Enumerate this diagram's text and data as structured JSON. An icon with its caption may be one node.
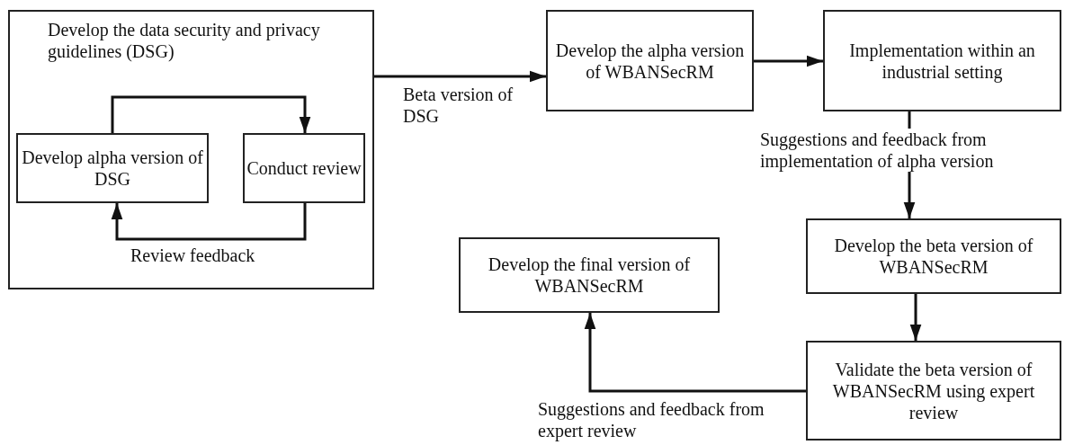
{
  "diagram": {
    "nodes": [
      {
        "text": [
          "Develop the data security and privacy guidelines (DSG)"
        ]
      },
      {
        "text": [
          "Develop alpha version of DSG"
        ],
        "in": 0
      },
      {
        "text": [
          "Conduct review"
        ],
        "in": 0
      },
      {
        "text": [
          "Develop the alpha version of WBANSecRM"
        ]
      },
      {
        "text": [
          "Implementation within an industrial setting"
        ]
      },
      {
        "text": [
          "Develop the beta version of WBANSecRM"
        ]
      },
      {
        "text": [
          "Develop the final version of WBANSecRM"
        ]
      },
      {
        "text": [
          "Validate the beta version of WBANSecRM using expert review"
        ]
      }
    ],
    "edges": [
      {
        "from": 0,
        "to": 3,
        "arrow": "to",
        "label": "Beta version of DSG"
      },
      {
        "from": 1,
        "to": 2,
        "arrow": "to"
      },
      {
        "from": 2,
        "to": 1,
        "arrow": "to",
        "label": "Review feedback"
      },
      {
        "from": 3,
        "to": 4,
        "arrow": "to"
      },
      {
        "from": 4,
        "to": 5,
        "arrow": "to",
        "label": "Suggestions and feedback from implementation of alpha version"
      },
      {
        "from": 5,
        "to": 7,
        "arrow": "to"
      },
      {
        "from": 7,
        "to": 6,
        "arrow": "to",
        "label": "Suggestions and feedback from expert review"
      }
    ]
  }
}
